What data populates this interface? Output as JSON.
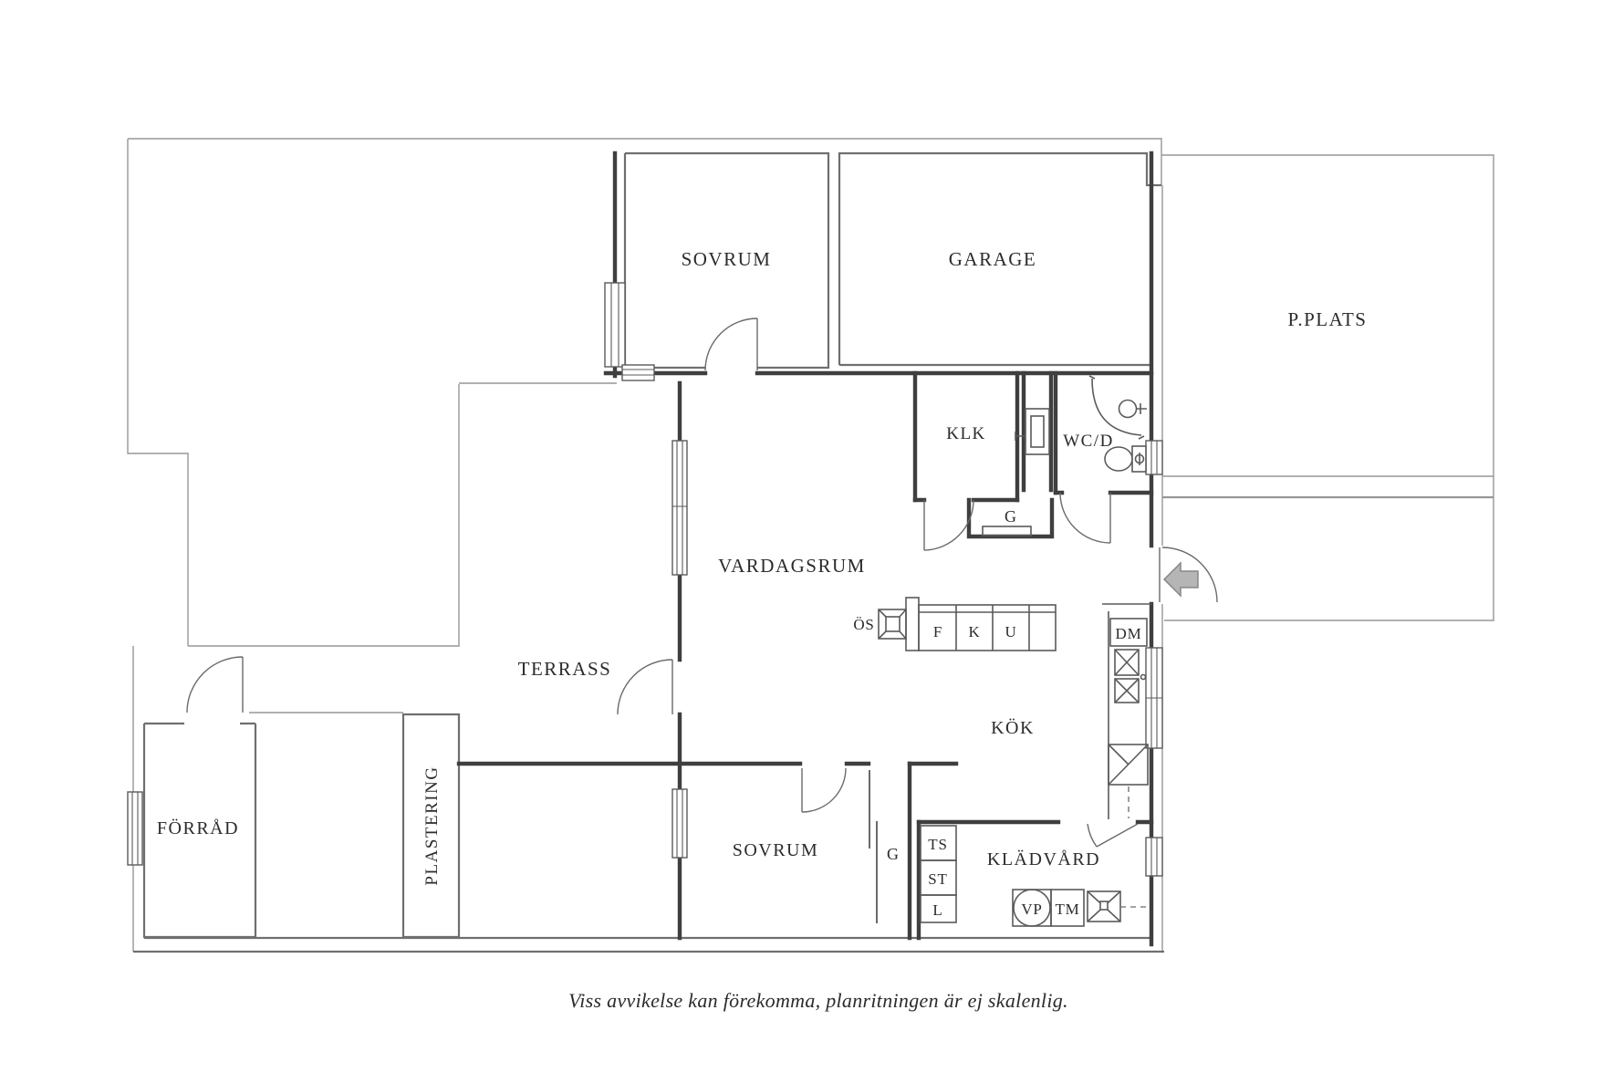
{
  "rooms": {
    "sovrum_top": {
      "label": "SOVRUM"
    },
    "garage": {
      "label": "GARAGE"
    },
    "pplats": {
      "label": "P.PLATS"
    },
    "klk": {
      "label": "KLK"
    },
    "wcd": {
      "label": "WC/D"
    },
    "vardagsrum": {
      "label": "VARDAGSRUM"
    },
    "terrass": {
      "label": "TERRASS"
    },
    "plastering": {
      "label": "PLASTERING"
    },
    "forrad": {
      "label": "FÖRRÅD"
    },
    "kok": {
      "label": "KÖK"
    },
    "sovrum_bottom": {
      "label": "SOVRUM"
    },
    "kladvard": {
      "label": "KLÄDVÅRD"
    }
  },
  "closets": {
    "g_hall": {
      "label": "G"
    },
    "g_bedroom": {
      "label": "G"
    }
  },
  "appliances": {
    "os": {
      "label": "ÖS"
    },
    "f": {
      "label": "F"
    },
    "k": {
      "label": "K"
    },
    "u": {
      "label": "U"
    },
    "dm": {
      "label": "DM"
    },
    "ts": {
      "label": "TS"
    },
    "st": {
      "label": "ST"
    },
    "l": {
      "label": "L"
    },
    "vp": {
      "label": "VP"
    },
    "tm": {
      "label": "TM"
    }
  },
  "caption": "Viss avvikelse kan förekomma, planritningen är ej skalenlig.",
  "icons": {
    "entrance_arrow": "arrow-left"
  },
  "colors": {
    "wall": "#3f3f3f",
    "structure": "#6f6f6f",
    "lot_boundary": "#979797",
    "text": "#2b2b2b",
    "arrow_fill": "#b5b5b5",
    "background": "#ffffff"
  }
}
